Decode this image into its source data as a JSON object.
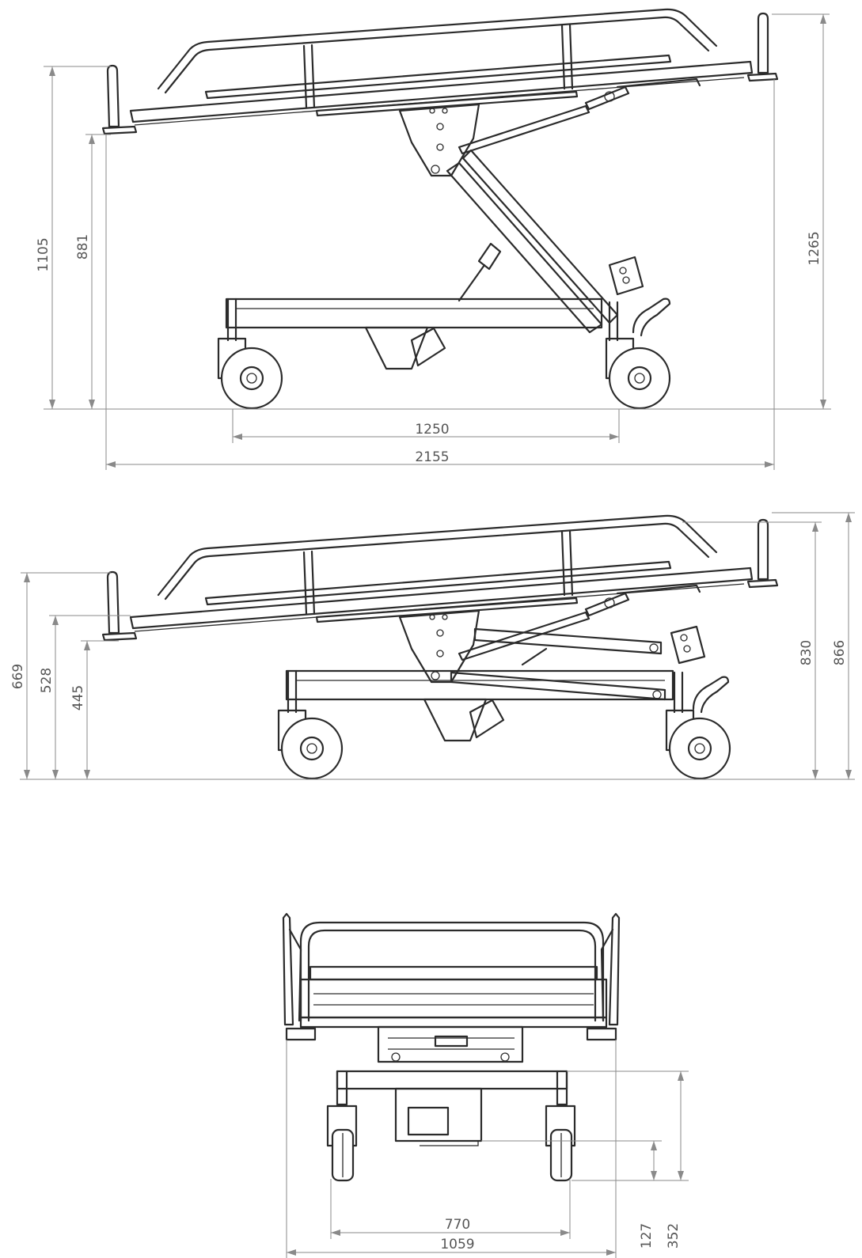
{
  "views": {
    "side_high": {
      "dims": {
        "total_height": "1105",
        "platform_height": "881",
        "max_height": "1265",
        "wheelbase": "1250",
        "total_length": "2155"
      }
    },
    "side_low": {
      "dims": {
        "total_height": "669",
        "platform_height": "528",
        "min_height": "445",
        "rail_height": "830",
        "max_height": "866"
      }
    },
    "front": {
      "dims": {
        "wheel_track": "770",
        "total_width": "1059",
        "ground_clearance": "127",
        "base_height": "352"
      }
    }
  }
}
